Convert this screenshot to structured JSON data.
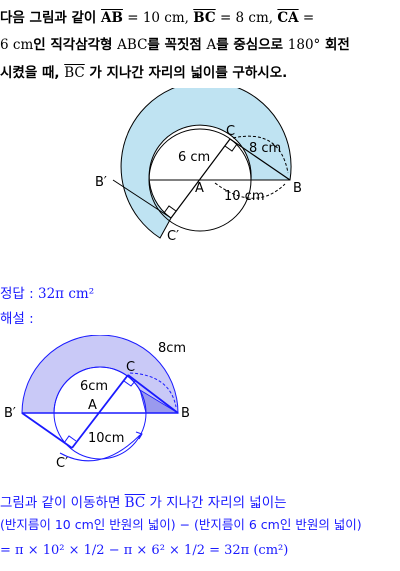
{
  "problem": {
    "line1": {
      "t1": "다음 그림과 같이 ",
      "ab": "AB",
      "t2": " = 10 cm, ",
      "bc": "BC",
      "t3": " = 8 cm, ",
      "ca": "CA",
      "t4": " ="
    },
    "line2": {
      "t1": "6 cm",
      "t2": "인 직각삼각형 ",
      "t3": "ABC",
      "t4": "를 꼭짓점 ",
      "t5": "A",
      "t6": "를 중심으로 ",
      "t7": "180°",
      "t8": " 회전"
    },
    "line3": {
      "t1": "시켰을 때, ",
      "bc": "BC",
      "t2": " 가 지나간 자리의 넓이를 구하시오."
    }
  },
  "figure1": {
    "label_C": "C",
    "label_8cm": "8 cm",
    "label_6cm": "6 cm",
    "label_Bp": "B′",
    "label_A": "A",
    "label_10cm": "10 cm",
    "label_B": "B",
    "label_Cp": "C′"
  },
  "answer": {
    "label": "정답 : ",
    "value": "32π cm²"
  },
  "explanation": {
    "label": "해설 :"
  },
  "figure2": {
    "label_8cm": "8cm",
    "label_C": "C",
    "label_6cm": "6cm",
    "label_Bp": "B′",
    "label_A": "A",
    "label_B": "B",
    "label_10cm": "10cm",
    "label_Cp": "C′"
  },
  "solution": {
    "line1": {
      "t1": "그림과 같이 이동하면 ",
      "bc": "BC",
      "t2": " 가 지나간 자리의 넓이는"
    },
    "line2": "(반지름이 10 cm인 반원의 넓이) − (반지름이 6 cm인 반원의 넓이)",
    "line3": "= π × 10² × 1/2 − π × 6² × 1/2 = 32π (cm²)"
  },
  "colors": {
    "fig1_fill": "#bfe3f2",
    "fig2_fill": "#c9c9f7",
    "accent_blue": "#1a1aff"
  }
}
